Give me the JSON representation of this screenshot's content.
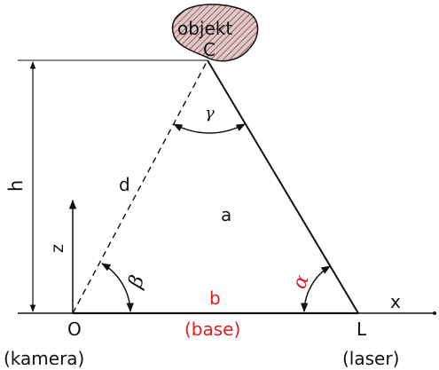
{
  "colors": {
    "line": "#111111",
    "accent": "#e02020",
    "hatch": "#b03030",
    "object_fill": "#d4c8c8"
  },
  "object": {
    "label": "objekt",
    "hatching": "diagonal"
  },
  "points": {
    "C": "C",
    "O": "O",
    "L": "L"
  },
  "labels": {
    "camera": "(kamera)",
    "laser": "(laser)",
    "h": "h",
    "z": "z",
    "d": "d",
    "a": "a",
    "b": "b",
    "base": "(base)",
    "x": "x"
  },
  "angles": {
    "alpha": "α",
    "beta": "β",
    "gamma": "γ"
  }
}
